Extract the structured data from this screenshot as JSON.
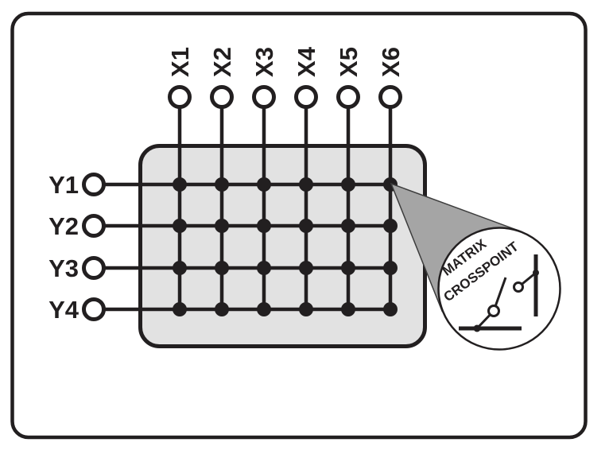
{
  "diagram": {
    "x_terminals": [
      "X1",
      "X2",
      "X3",
      "X4",
      "X5",
      "X6"
    ],
    "y_terminals": [
      "Y1",
      "Y2",
      "Y3",
      "Y4"
    ],
    "matrix": {
      "columns": 6,
      "rows": 4,
      "crosspoints": 24
    },
    "callout": {
      "label_line1": "MATRIX",
      "label_line2": "CROSSPOINT"
    },
    "colors": {
      "background": "#ffffff",
      "line": "#221f20",
      "matrix_box_fill": "#e2e2e2",
      "wedge_fill": "#a5a5a5",
      "bubble_fill": "#ffffff"
    }
  }
}
